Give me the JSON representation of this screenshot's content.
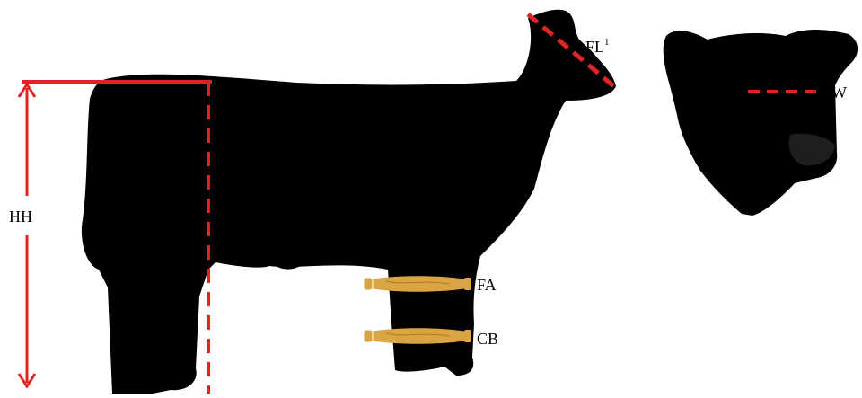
{
  "labels": {
    "hip_height": "HH",
    "face_length": "FL",
    "face_length_superscript": "1",
    "face_width": "FW",
    "forearm": "FA",
    "cannon_bone": "CB"
  },
  "colors": {
    "silhouette": "#000000",
    "measure_line": "#e02323",
    "tape": "#d9a441",
    "background": "#ffffff"
  },
  "icons": {
    "cow_body": "cow-silhouette-icon",
    "cow_head": "cow-head-icon",
    "tape_forearm": "measuring-tape-icon",
    "tape_cannon": "measuring-tape-icon"
  }
}
